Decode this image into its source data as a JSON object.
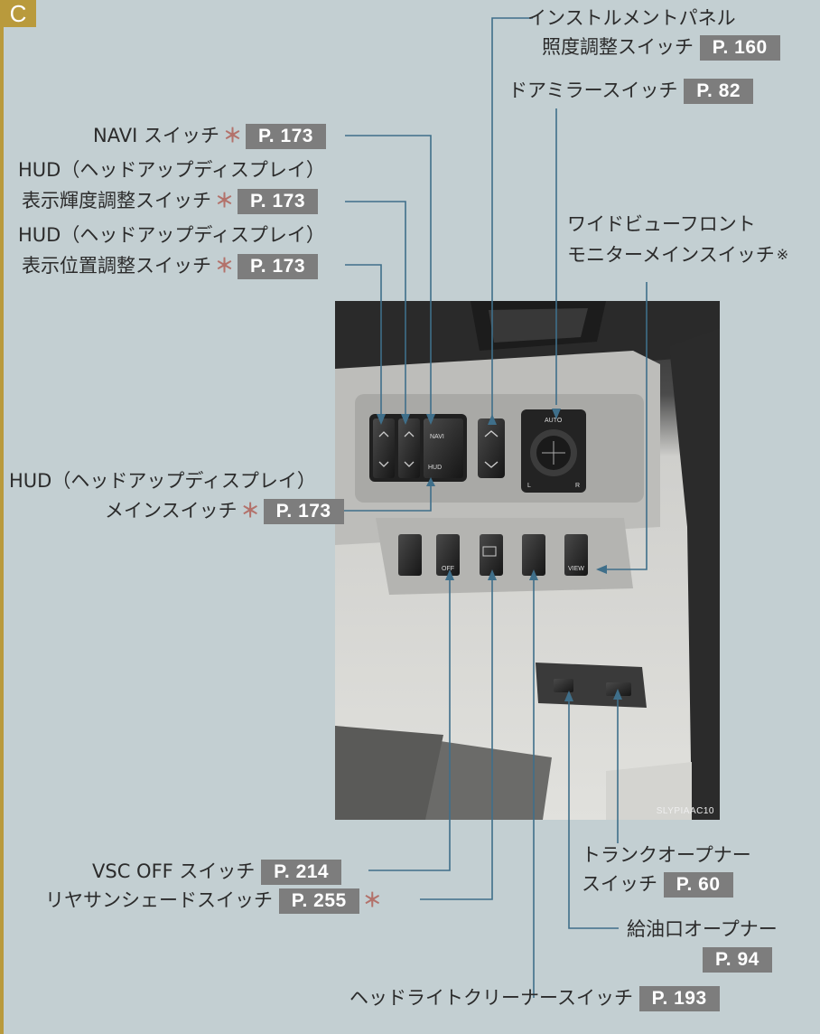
{
  "section_tab": "C",
  "labels": {
    "instrument_panel": {
      "line1": "インストルメントパネル",
      "line2": "照度調整スイッチ",
      "ref": "P. 160"
    },
    "door_mirror": {
      "text": "ドアミラースイッチ",
      "ref": "P. 82"
    },
    "navi": {
      "text": "NAVI スイッチ",
      "star": "＊",
      "ref": "P. 173"
    },
    "hud_brightness": {
      "line1": "HUD（ヘッドアップディスプレイ）",
      "line2": "表示輝度調整スイッチ",
      "star": "＊",
      "ref": "P. 173"
    },
    "hud_position": {
      "line1": "HUD（ヘッドアップディスプレイ）",
      "line2": "表示位置調整スイッチ",
      "star": "＊",
      "ref": "P. 173"
    },
    "wide_view": {
      "line1": "ワイドビューフロント",
      "line2": "モニターメインスイッチ",
      "note": "※"
    },
    "hud_main": {
      "line1": "HUD（ヘッドアップディスプレイ）",
      "line2": "メインスイッチ",
      "star": "＊",
      "ref": "P. 173"
    },
    "vsc_off": {
      "text": "VSC OFF スイッチ",
      "ref": "P. 214"
    },
    "rear_sunshade": {
      "text": "リヤサンシェードスイッチ",
      "ref": "P. 255",
      "star": "＊"
    },
    "trunk_opener": {
      "line1": "トランクオープナー",
      "line2": "スイッチ",
      "ref": "P. 60"
    },
    "fuel_opener": {
      "text": "給油口オープナー",
      "ref": "P. 94"
    },
    "headlight_cleaner": {
      "text": "ヘッドライトクリーナースイッチ",
      "ref": "P. 193"
    }
  },
  "photo": {
    "code": "SLYPIAAC10",
    "switch_labels": {
      "navi": "NAVI",
      "hud": "HUD",
      "auto": "AUTO",
      "off": "OFF",
      "view": "VIEW",
      "l": "L",
      "r": "R"
    }
  },
  "colors": {
    "background": "#c3cfd2",
    "tab": "#b99a3c",
    "ref_badge": "#7d7d7d",
    "leader": "#3f6f8a",
    "star": "#b3726b"
  }
}
